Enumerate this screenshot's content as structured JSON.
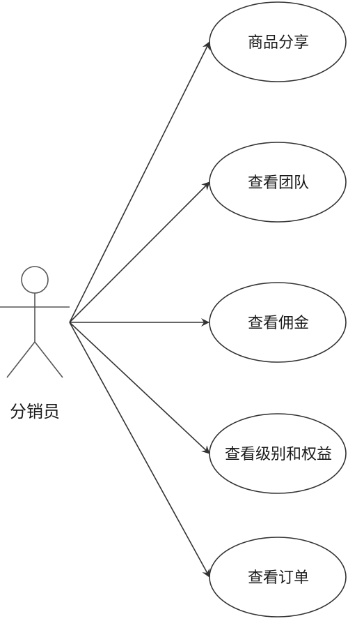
{
  "actor": {
    "label": "分销员"
  },
  "use_cases": [
    {
      "label": "商品分享"
    },
    {
      "label": "查看团队"
    },
    {
      "label": "查看佣金"
    },
    {
      "label": "查看级别和权益"
    },
    {
      "label": "查看订单"
    }
  ],
  "colors": {
    "stroke": "#333333",
    "actor_stroke": "#555555",
    "fill": "#ffffff",
    "text": "#1a1a1a"
  }
}
